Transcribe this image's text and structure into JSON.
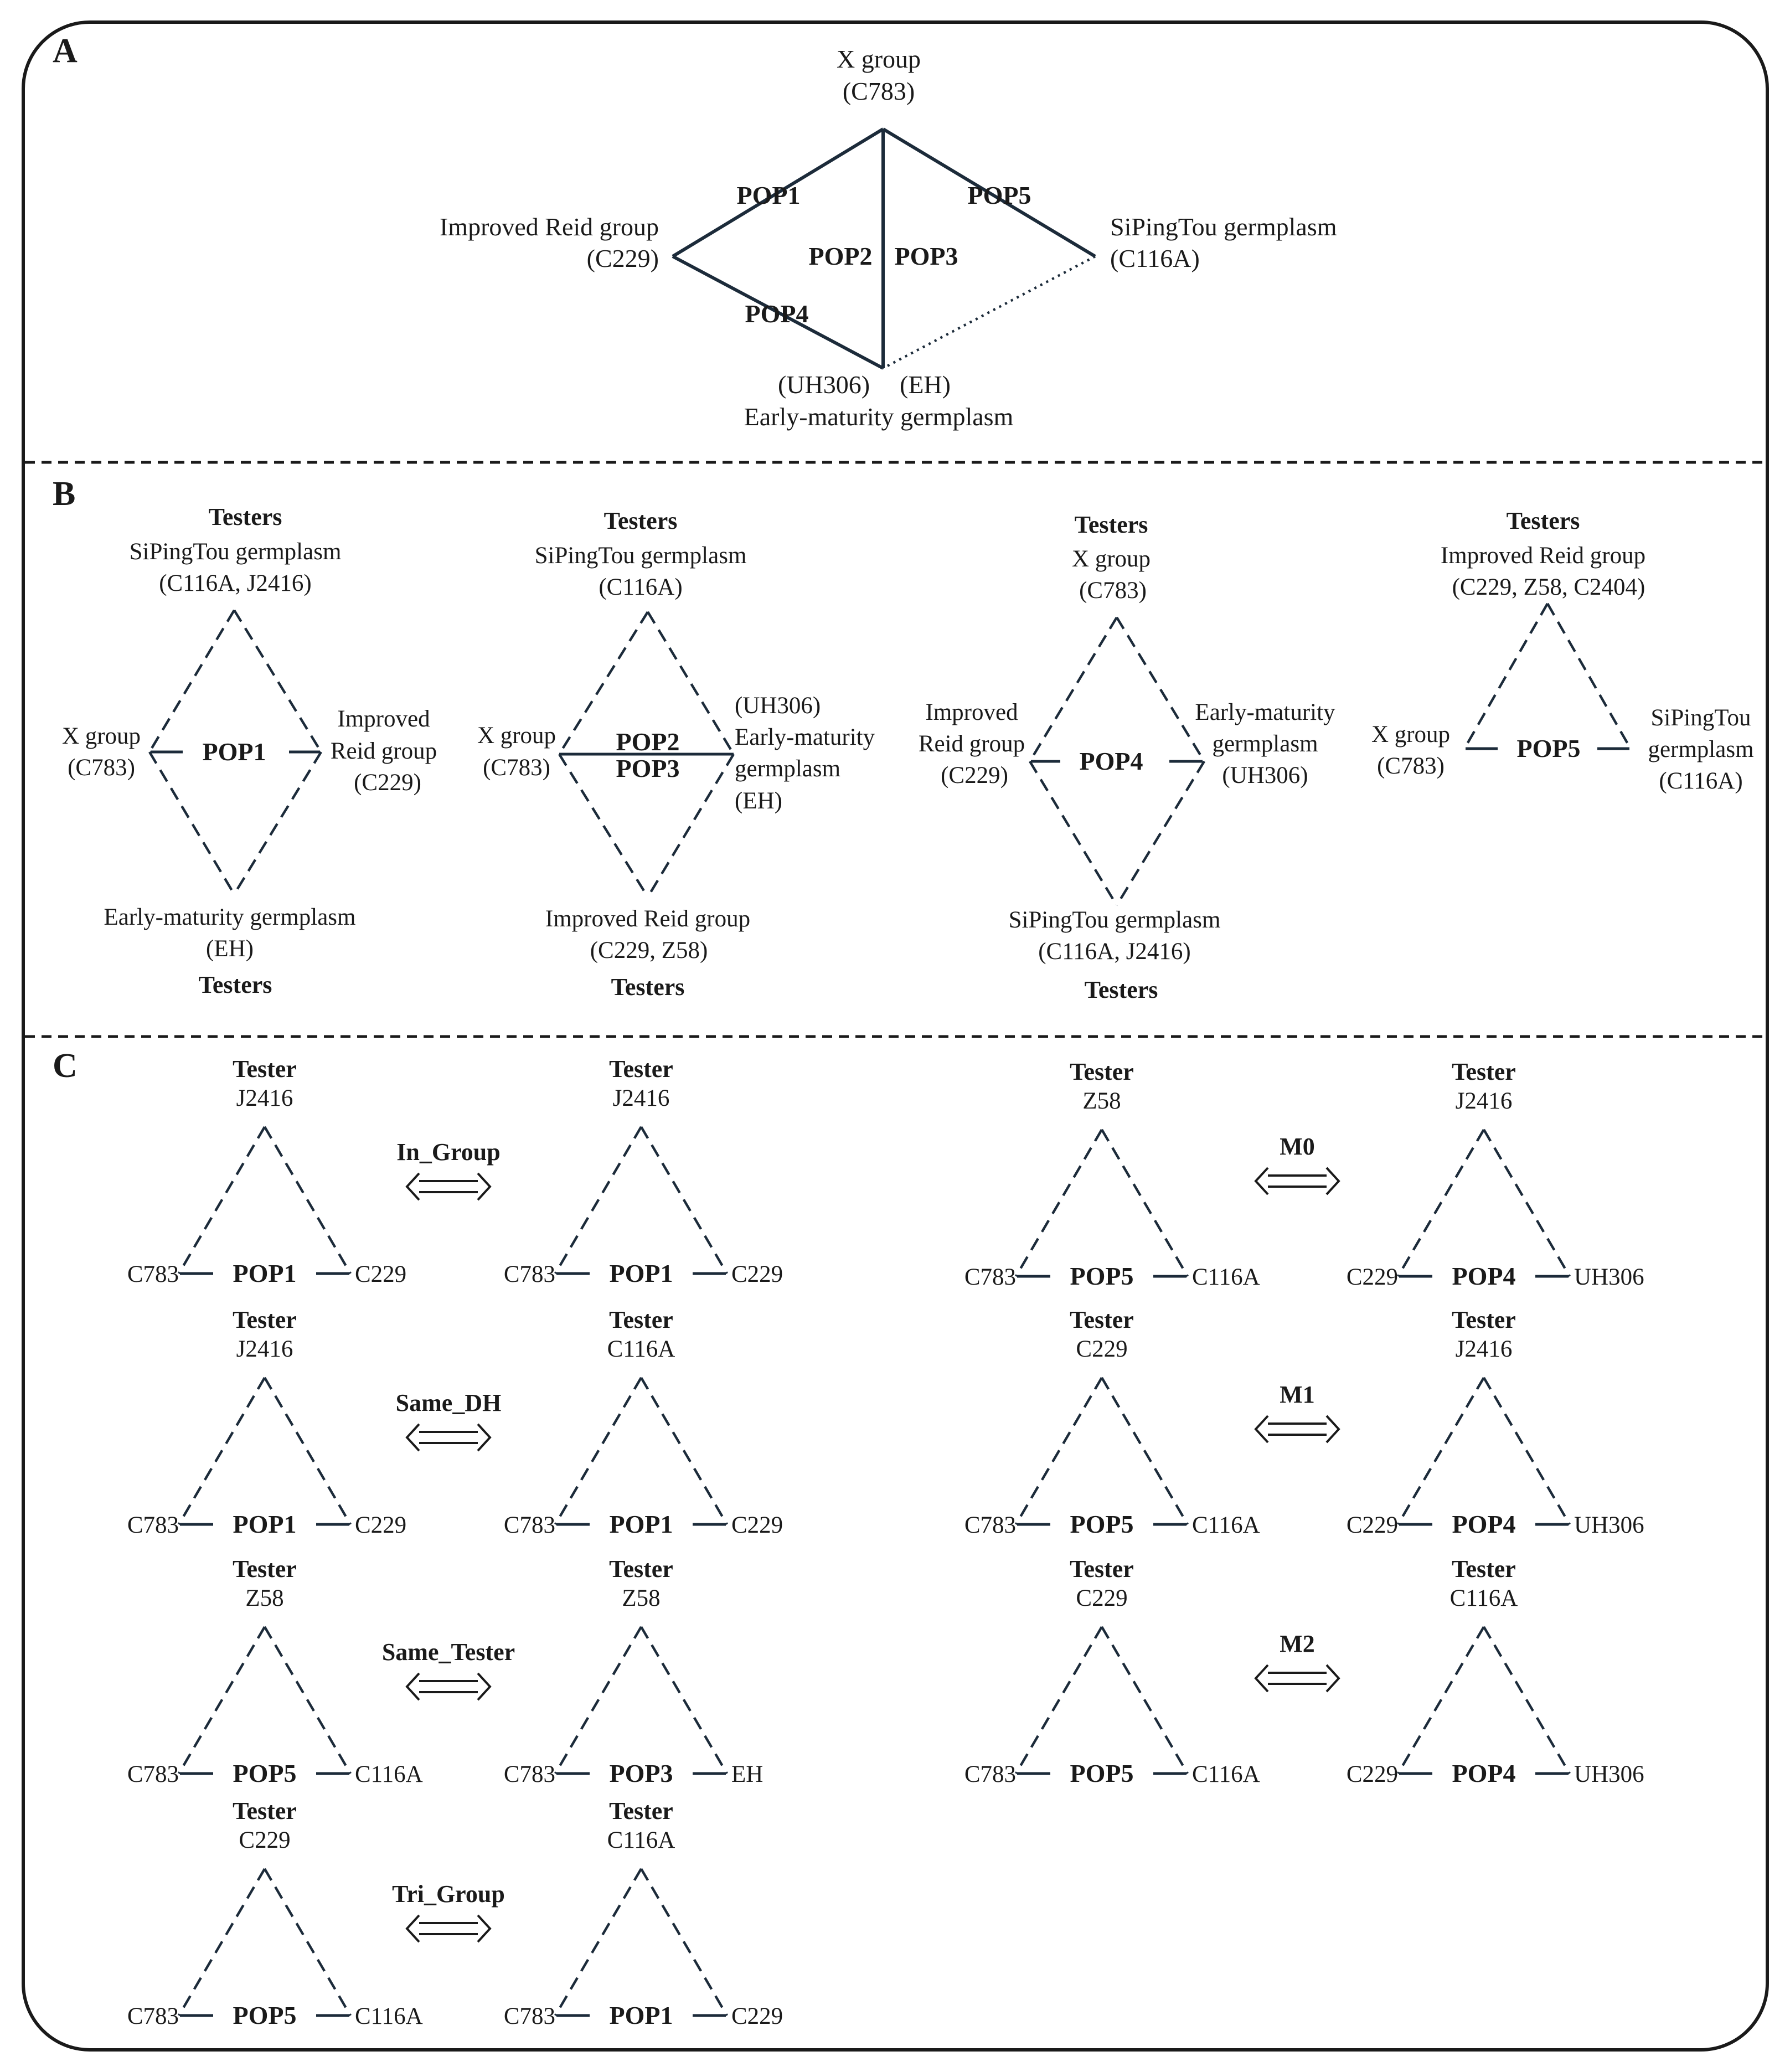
{
  "panel_labels": {
    "a": "A",
    "b": "B",
    "c": "C"
  },
  "panel_a": {
    "x_group": {
      "name": "X group",
      "line": "(C783)"
    },
    "reid": {
      "name": "Improved  Reid group",
      "line": "(C229)"
    },
    "spt": {
      "name": "SiPingTou  germplasm",
      "line": "(C116A)"
    },
    "early": {
      "lines": "(UH306)",
      "eh": "(EH)",
      "name": "Early-maturity  germplasm"
    },
    "pops": {
      "pop1": "POP1",
      "pop2": "POP2",
      "pop3": "POP3",
      "pop4": "POP4",
      "pop5": "POP5"
    }
  },
  "panel_b": [
    {
      "top": {
        "title": "Testers",
        "name": "SiPingTou  germplasm",
        "lines": "(C116A,  J2416)"
      },
      "left": {
        "name": "X group",
        "line": "(C783)"
      },
      "right": {
        "name1": "Improved",
        "name2": "Reid group",
        "line": "(C229)"
      },
      "center": "POP1",
      "bottom": {
        "name": "Early-maturity  germplasm",
        "lines": "(EH)",
        "title": "Testers"
      }
    },
    {
      "top": {
        "title": "Testers",
        "name": "SiPingTou  germplasm",
        "lines": "(C116A)"
      },
      "left": {
        "name": "X group",
        "line": "(C783)"
      },
      "right": {
        "a": "(UH306)",
        "b": "Early-maturity",
        "c": "germplasm",
        "d": "(EH)"
      },
      "center_top": "POP2",
      "center_bottom": "POP3",
      "bottom": {
        "name": "Improved  Reid group",
        "lines": "(C229,  Z58)",
        "title": "Testers"
      }
    },
    {
      "top": {
        "title": "Testers",
        "name": "X group",
        "lines": "(C783)"
      },
      "left": {
        "name1": "Improved",
        "name2": "Reid group",
        "line": "(C229)"
      },
      "right": {
        "name1": "Early-maturity",
        "name2": "germplasm",
        "line": "(UH306)"
      },
      "center": "POP4",
      "bottom": {
        "name": "SiPingTou  germplasm",
        "lines": "(C116A,  J2416)",
        "title": "Testers"
      }
    },
    {
      "top": {
        "title": "Testers",
        "name": "Improved  Reid group",
        "lines": "(C229,  Z58,  C2404)"
      },
      "left": {
        "name": "X group",
        "line": "(C783)"
      },
      "right": {
        "name1": "SiPingTou",
        "name2": "germplasm",
        "line": "(C116A)"
      },
      "center": "POP5"
    }
  ],
  "panel_c": {
    "tester_label": "Tester",
    "comparisons": [
      {
        "label": "In_Group",
        "left": {
          "tester": "J2416",
          "pop": "POP1",
          "l": "C783",
          "r": "C229"
        },
        "right": {
          "tester": "J2416",
          "pop": "POP1",
          "l": "C783",
          "r": "C229"
        }
      },
      {
        "label": "Same_DH",
        "left": {
          "tester": "J2416",
          "pop": "POP1",
          "l": "C783",
          "r": "C229"
        },
        "right": {
          "tester": "C116A",
          "pop": "POP1",
          "l": "C783",
          "r": "C229"
        }
      },
      {
        "label": "Same_Tester",
        "left": {
          "tester": "Z58",
          "pop": "POP5",
          "l": "C783",
          "r": "C116A"
        },
        "right": {
          "tester": "Z58",
          "pop": "POP3",
          "l": "C783",
          "r": "EH"
        }
      },
      {
        "label": "Tri_Group",
        "left": {
          "tester": "C229",
          "pop": "POP5",
          "l": "C783",
          "r": "C116A"
        },
        "right": {
          "tester": "C116A",
          "pop": "POP1",
          "l": "C783",
          "r": "C229"
        }
      },
      {
        "label": "M0",
        "left": {
          "tester": "Z58",
          "pop": "POP5",
          "l": "C783",
          "r": "C116A"
        },
        "right": {
          "tester": "J2416",
          "pop": "POP4",
          "l": "C229",
          "r": "UH306"
        }
      },
      {
        "label": "M1",
        "left": {
          "tester": "C229",
          "pop": "POP5",
          "l": "C783",
          "r": "C116A"
        },
        "right": {
          "tester": "J2416",
          "pop": "POP4",
          "l": "C229",
          "r": "UH306"
        }
      },
      {
        "label": "M2",
        "left": {
          "tester": "C229",
          "pop": "POP5",
          "l": "C783",
          "r": "C116A"
        },
        "right": {
          "tester": "C116A",
          "pop": "POP4",
          "l": "C229",
          "r": "UH306"
        }
      }
    ]
  }
}
